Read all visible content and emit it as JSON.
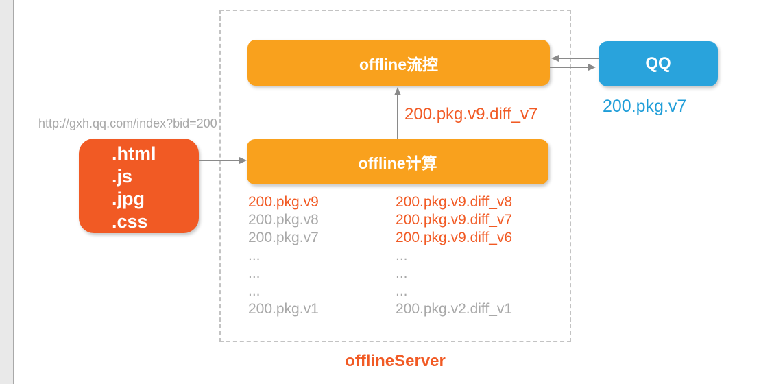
{
  "labels": {
    "url": "http://gxh.qq.com/index?bid=200",
    "diff_arrow": "200.pkg.v9.diff_v7",
    "qq_package": "200.pkg.v7",
    "server_title": "offlineServer"
  },
  "boxes": {
    "client": {
      "lines": [
        ".html",
        ".js",
        ".jpg",
        ".css"
      ]
    },
    "flow_control": {
      "label": "offline流控"
    },
    "compute": {
      "label": "offline计算"
    },
    "qq": {
      "label": "QQ"
    }
  },
  "packages": {
    "left": [
      {
        "text": "200.pkg.v9",
        "highlight": true
      },
      {
        "text": "200.pkg.v8",
        "highlight": false
      },
      {
        "text": "200.pkg.v7",
        "highlight": false
      },
      {
        "text": "...",
        "highlight": false
      },
      {
        "text": "...",
        "highlight": false
      },
      {
        "text": "...",
        "highlight": false
      },
      {
        "text": "200.pkg.v1",
        "highlight": false
      }
    ],
    "right": [
      {
        "text": "200.pkg.v9.diff_v8",
        "highlight": true
      },
      {
        "text": "200.pkg.v9.diff_v7",
        "highlight": true
      },
      {
        "text": "200.pkg.v9.diff_v6",
        "highlight": true
      },
      {
        "text": "...",
        "highlight": false
      },
      {
        "text": "...",
        "highlight": false
      },
      {
        "text": "...",
        "highlight": false
      },
      {
        "text": "200.pkg.v2.diff_v1",
        "highlight": false
      }
    ]
  },
  "colors": {
    "accent_orange": "#F9A11D",
    "deep_orange": "#F15A24",
    "blue": "#29A3DC",
    "blue_text": "#1E9DD8",
    "gray_text": "#A8A8A8",
    "arrow": "#8A8A8A",
    "dash_border": "#C3C3C3",
    "gutter": "#E9E9E9"
  }
}
